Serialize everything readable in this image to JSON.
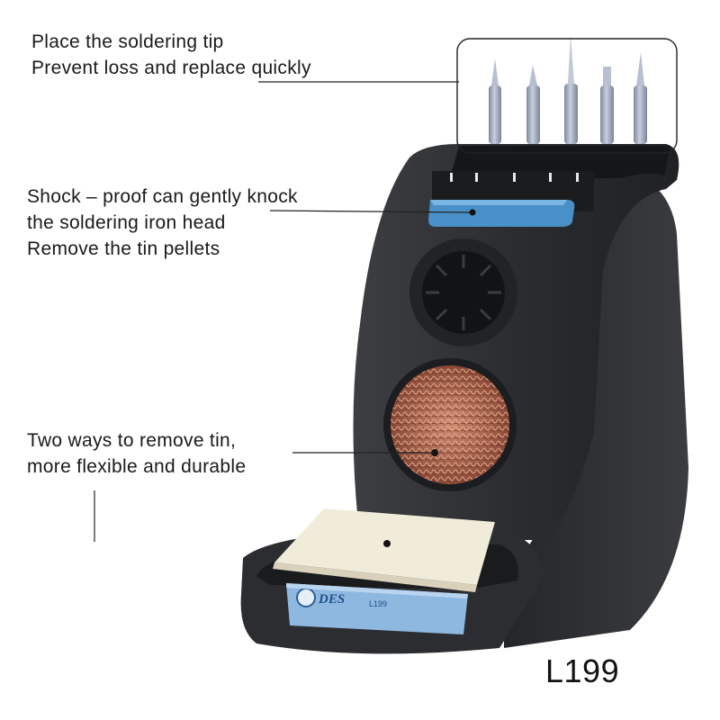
{
  "callouts": {
    "tips": {
      "line1": "Place the soldering tip",
      "line2": "Prevent loss and replace quickly"
    },
    "shock": {
      "line1": "Shock – proof can gently knock",
      "line2": "the soldering iron head",
      "line3": "Remove the tin pellets"
    },
    "tin": {
      "line1": "Two ways to remove tin,",
      "line2": "more flexible and durable"
    }
  },
  "model_label": "L199",
  "product_plate": {
    "brand": "DES",
    "model": "L199"
  },
  "colors": {
    "body": "#2e3033",
    "pad_blue": "#4a90c8",
    "plate": "#8fb8e0",
    "sponge": "#f0ead8",
    "brass_wool": "#b86a4e",
    "tip_metal": "#9aa3b8"
  }
}
